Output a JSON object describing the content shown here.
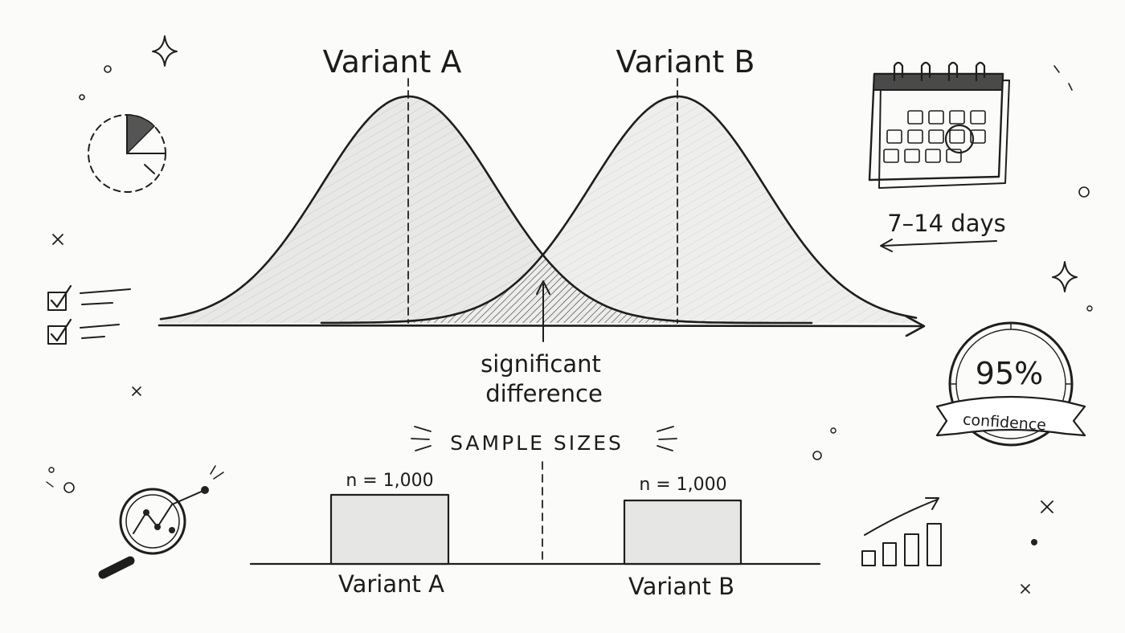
{
  "distribution": {
    "variant_a_label": "Variant A",
    "variant_b_label": "Variant B",
    "significance_line1": "significant",
    "significance_line2": "difference"
  },
  "sample_sizes": {
    "heading": "SAMPLE SIZES",
    "bars": [
      {
        "label": "Variant A",
        "n_label": "n = 1,000",
        "n": 1000
      },
      {
        "label": "Variant B",
        "n_label": "n = 1,000",
        "n": 1000
      }
    ]
  },
  "duration": {
    "label": "7–14 days"
  },
  "confidence": {
    "value": "95%",
    "label": "confidence"
  },
  "icons": [
    "pie-chart-icon",
    "checklist-icon",
    "magnifier-chart-icon",
    "calendar-icon",
    "confidence-badge-icon",
    "growth-bars-icon",
    "sparkle-icon"
  ],
  "colors": {
    "ink": "#1e1e1e",
    "shade": "#e4e4e2",
    "paper": "#fbfbf9"
  }
}
